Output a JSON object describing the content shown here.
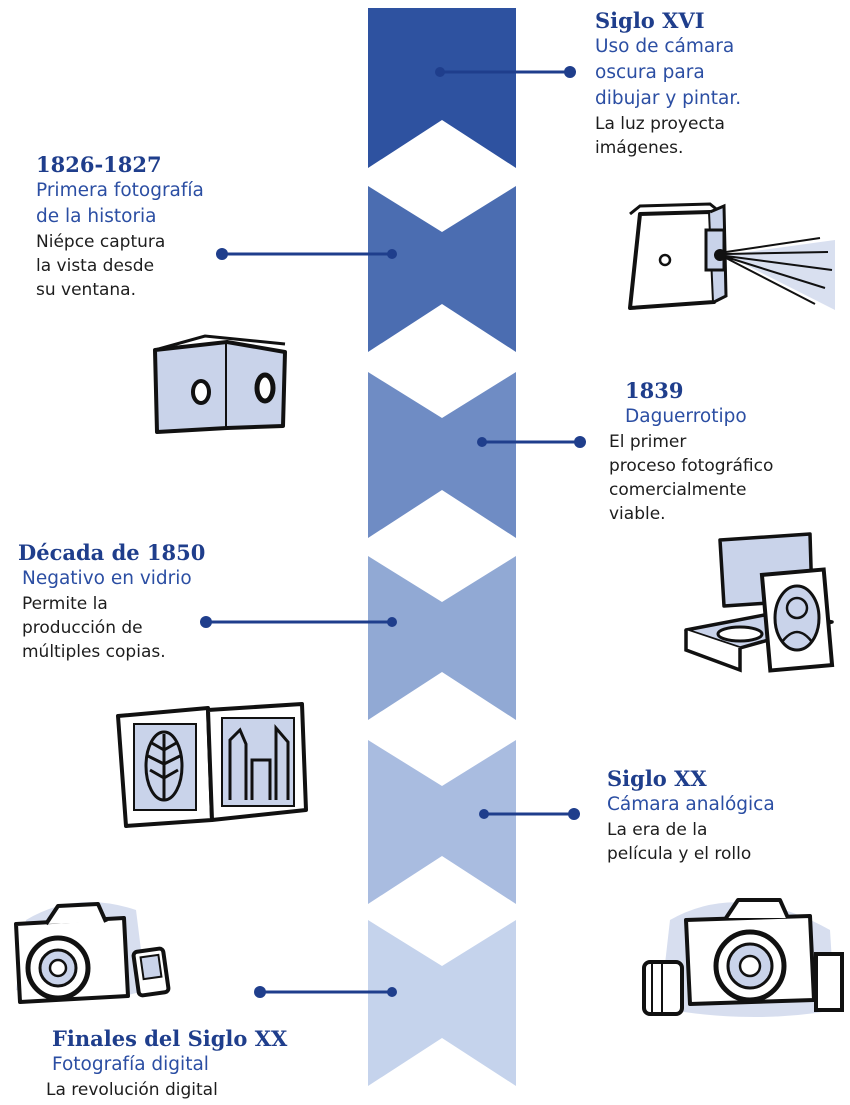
{
  "colors": {
    "chevrons": [
      "#2e52a0",
      "#4b6db1",
      "#6f8cc4",
      "#91a9d4",
      "#a9bce0",
      "#c5d3ec"
    ],
    "accent": "#1f3e8c",
    "title": "#2b4ea3",
    "illustration_fill": "#c9d3ea"
  },
  "timeline": [
    {
      "date": "Siglo XVI",
      "title_lines": [
        "Uso de cámara",
        "oscura para",
        "dibujar y pintar."
      ],
      "desc_lines": [
        "La luz proyecta",
        "imágenes."
      ],
      "illustration": "camera-obscura-icon"
    },
    {
      "date": "1826-1827",
      "title_lines": [
        "Primera fotografía",
        "de la historia"
      ],
      "desc_lines": [
        "Niépce captura",
        "la vista desde",
        "su ventana."
      ],
      "illustration": "box-camera-icon"
    },
    {
      "date": "1839",
      "title_lines": [
        "Daguerrotipo"
      ],
      "desc_lines": [
        "El primer",
        "proceso fotográfico",
        "comercialmente",
        "viable."
      ],
      "illustration": "daguerreotype-case-icon"
    },
    {
      "date": "Década de 1850",
      "title_lines": [
        "Negativo en vidrio"
      ],
      "desc_lines": [
        "Permite la",
        "producción de",
        "múltiples copias."
      ],
      "illustration": "glass-negatives-icon"
    },
    {
      "date": "Siglo XX",
      "title_lines": [
        "Cámara analógica"
      ],
      "desc_lines": [
        "La era de la",
        "película y el rollo"
      ],
      "illustration": "analog-camera-icon"
    },
    {
      "date": "Finales del Siglo XX",
      "title_lines": [
        "Fotografía digital"
      ],
      "desc_lines": [
        "La revolución digital"
      ],
      "illustration": "digital-camera-icon"
    }
  ]
}
